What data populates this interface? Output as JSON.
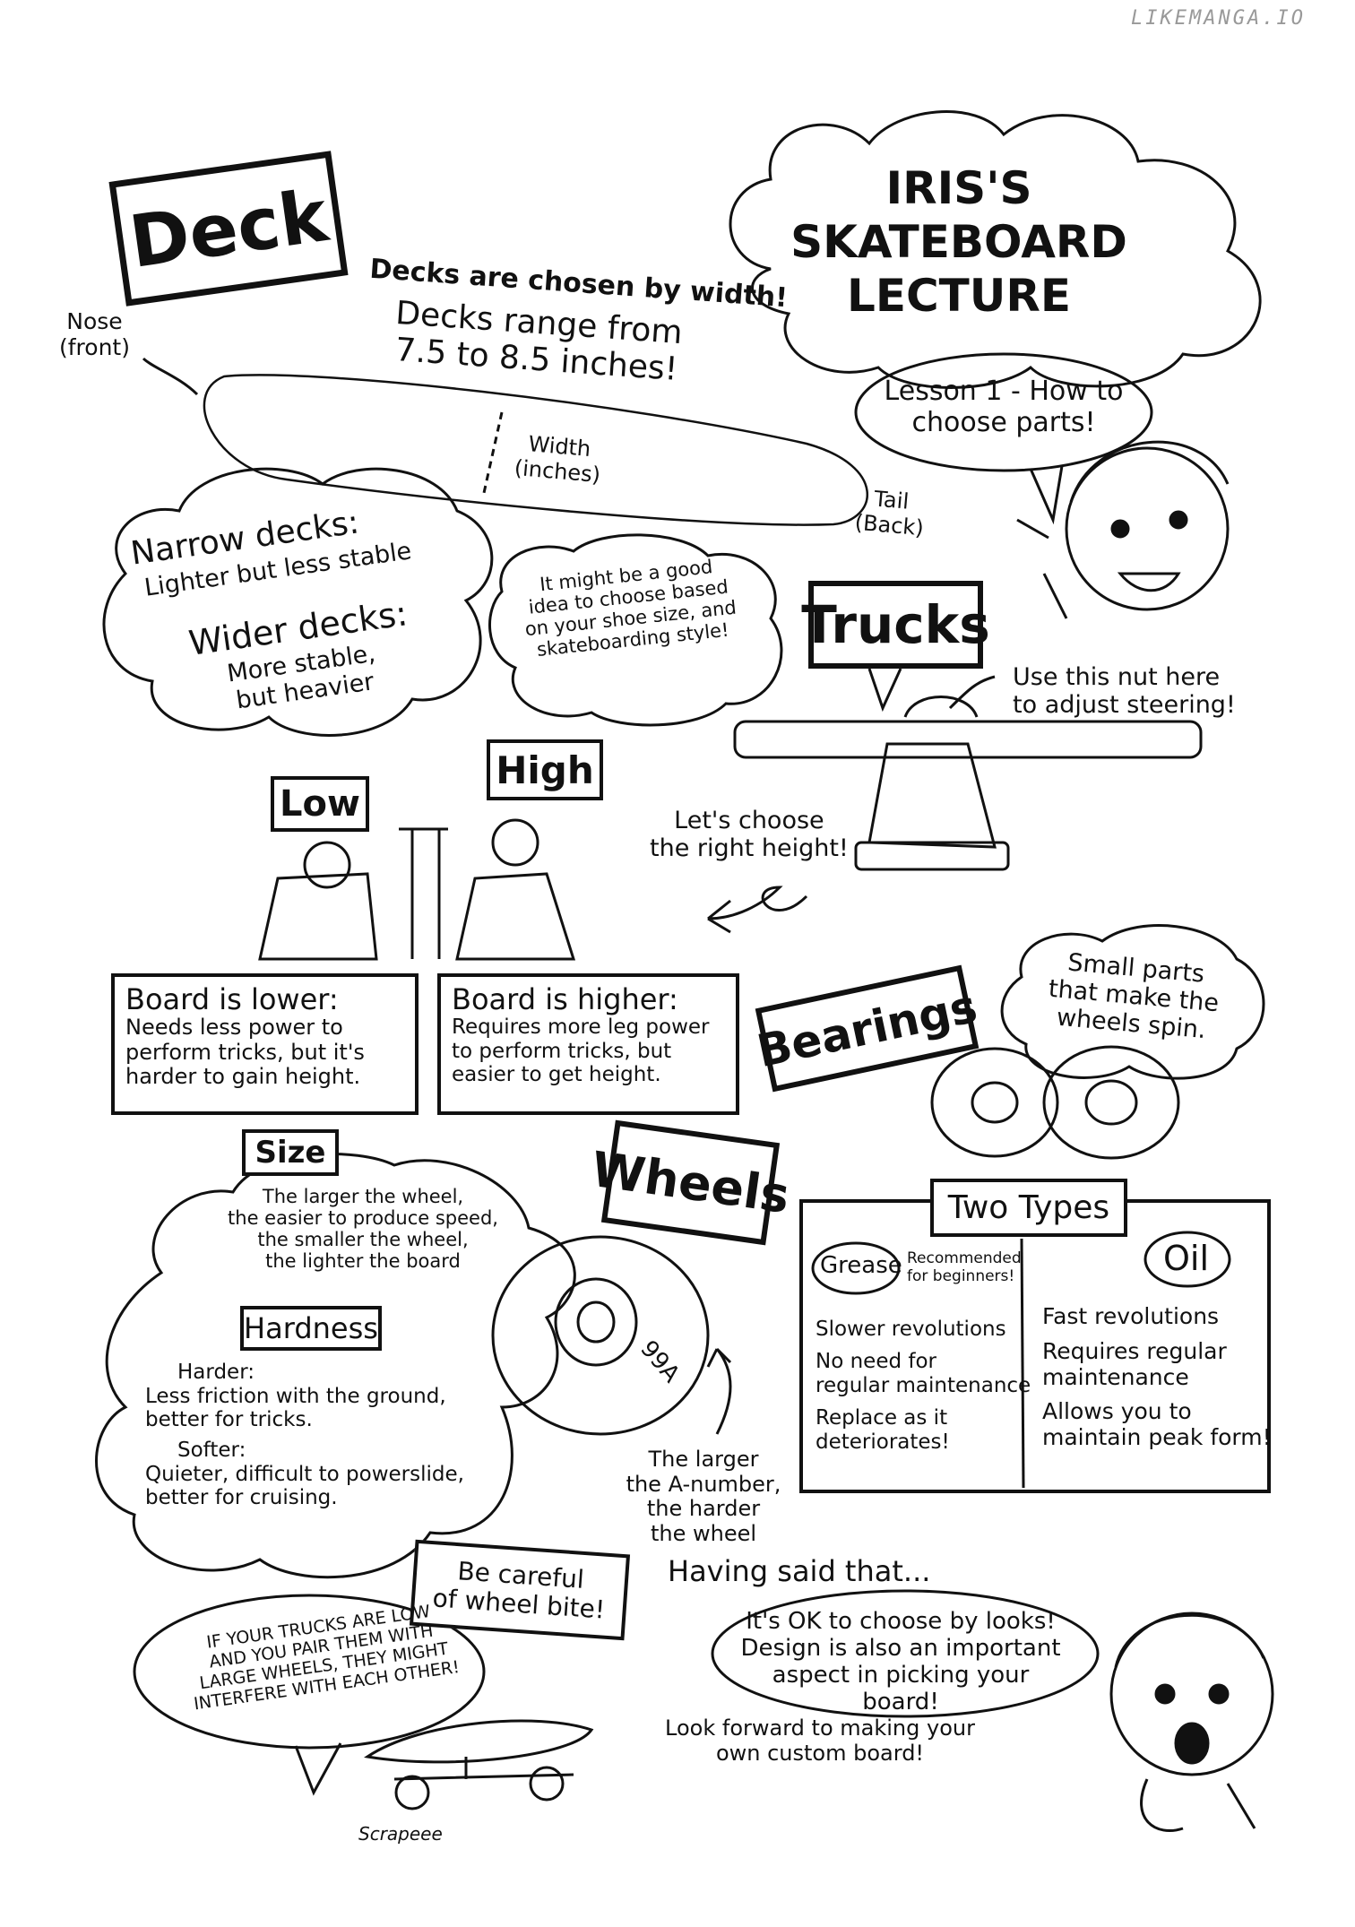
{
  "watermark": "LIKEMANGA.IO",
  "title": {
    "heading": "IRIS'S\nSKATEBOARD\nLECTURE",
    "lesson": "Lesson 1 - How to\nchoose parts!"
  },
  "deck": {
    "label": "Deck",
    "chosen": "Decks are chosen by width!",
    "range": "Decks range from\n7.5 to 8.5 inches!",
    "nose": "Nose\n(front)",
    "tail": "Tail\n(Back)",
    "width": "Width\n(inches)",
    "narrow_title": "Narrow decks:",
    "narrow_text": "Lighter but less stable",
    "wider_title": "Wider decks:",
    "wider_text": "More stable,\nbut heavier",
    "tip": "It might be a good\nidea to choose based\non your shoe size, and\nskateboarding style!"
  },
  "trucks": {
    "label": "Trucks",
    "nut": "Use this nut here\nto adjust steering!",
    "height": "Let's choose\nthe right height!",
    "low": "Low",
    "high": "High",
    "lower_title": "Board is lower:",
    "lower_text": "Needs less power to\nperform tricks, but it's\nharder to gain height.",
    "higher_title": "Board is higher:",
    "higher_text": "Requires more leg power\nto perform tricks, but\neasier to get height."
  },
  "bearings": {
    "label": "Bearings",
    "desc": "Small parts\nthat make the\nwheels spin.",
    "types_title": "Two Types",
    "grease": "Grease",
    "grease_note": "Recommended\nfor beginners!",
    "grease_points": [
      "Slower revolutions",
      "No need for\nregular maintenance",
      "Replace as it\ndeteriorates!"
    ],
    "oil": "Oil",
    "oil_points": [
      "Fast revolutions",
      "Requires regular\nmaintenance",
      "Allows you to\nmaintain peak form!"
    ]
  },
  "wheels": {
    "label": "Wheels",
    "size": "Size",
    "size_text": "The larger the wheel,\nthe easier to produce speed,\nthe smaller the wheel,\nthe lighter the board",
    "hardness": "Hardness",
    "harder_title": "Harder:",
    "harder_text": "Less friction with the ground,\nbetter for tricks.",
    "softer_title": "Softer:",
    "softer_text": "Quieter, difficult to powerslide,\nbetter for cruising.",
    "wheel_mark": "99A",
    "anumber": "The larger\nthe A-number,\nthe harder\nthe wheel"
  },
  "wheelbite": {
    "label": "Be careful\nof wheel bite!",
    "warning": "IF YOUR TRUCKS ARE LOW\nAND YOU PAIR THEM WITH\nLARGE WHEELS, THEY MIGHT\nINTERFERE WITH EACH OTHER!",
    "sfx": "Scrapeee"
  },
  "closing": {
    "lead": "Having said that...",
    "ok": "It's OK to choose by looks!\nDesign is also an important\naspect in picking your board!",
    "forward": "Look forward to making your\nown custom board!"
  }
}
